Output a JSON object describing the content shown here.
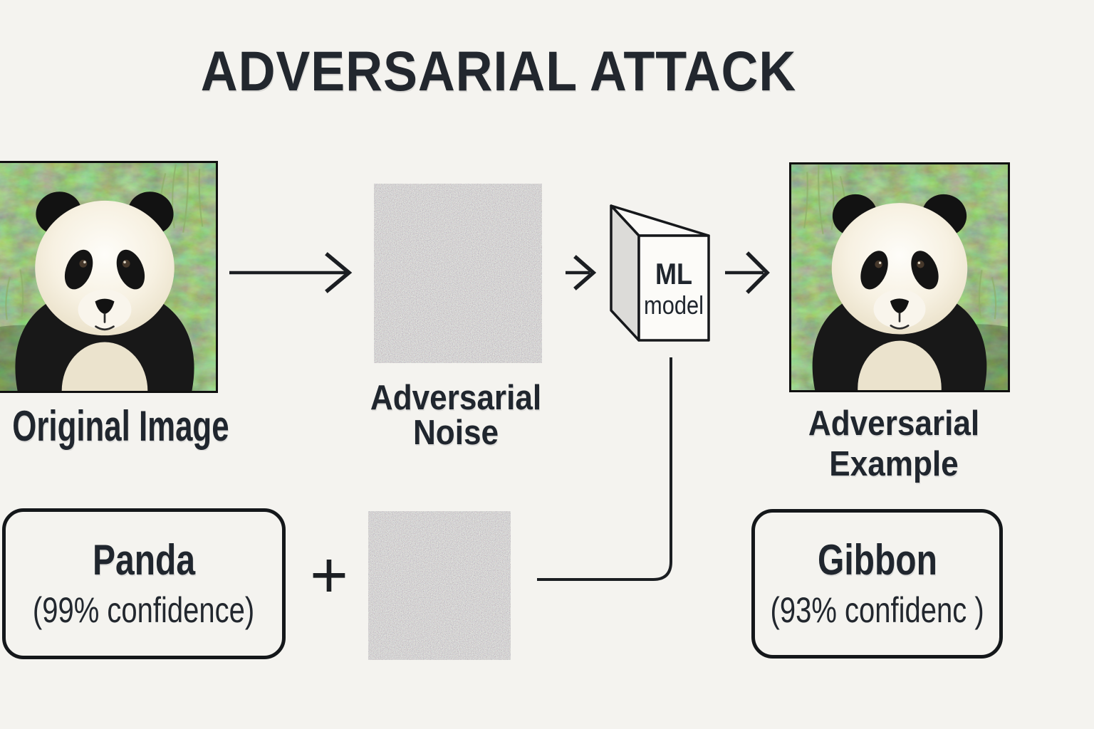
{
  "title": "ADVERSARIAL ATTACK",
  "colors": {
    "background": "#f4f3ef",
    "ink": "#22272e",
    "line": "#1b1e22",
    "model_side_face": "#dcdbd8",
    "noise_gray": "#a9a7a6",
    "grass_green": "#5d7c49"
  },
  "pipeline": {
    "original_image_label": "Original Image",
    "noise_label_line1": "Adversarial",
    "noise_label_line2": "Noise",
    "model_label_line1": "ML",
    "model_label_line2": "model",
    "example_label_line1": "Adversarial",
    "example_label_line2": "Example"
  },
  "results": {
    "original": {
      "class_name": "Panda",
      "confidence": "(99% confidence)"
    },
    "adversarial": {
      "class_name": "Gibbon",
      "confidence": "(93% confidenc )"
    }
  },
  "operators": {
    "plus": "+"
  },
  "figures": {
    "original_photo": "panda-photo",
    "adversarial_photo": "panda-photo",
    "noise_square_top": "random-pixel-noise",
    "noise_square_bottom": "random-pixel-noise",
    "model_shape": "3d-box"
  }
}
